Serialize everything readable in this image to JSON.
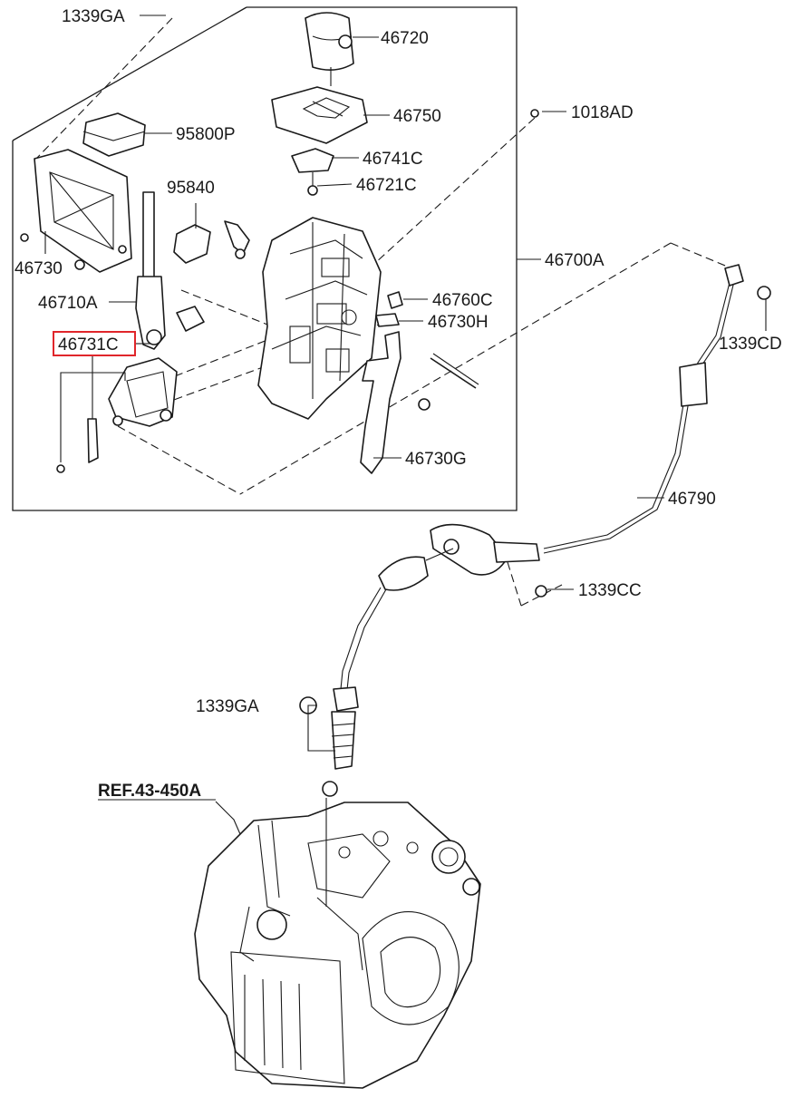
{
  "diagram": {
    "highlight_color": "#e0262b",
    "ref_label": "REF.43-450A",
    "highlighted_part": "46731C",
    "labels": {
      "p1339GA_top": "1339GA",
      "p46720": "46720",
      "p46750": "46750",
      "p1018AD": "1018AD",
      "p95800P": "95800P",
      "p46741C": "46741C",
      "p95840": "95840",
      "p46721C": "46721C",
      "p46730": "46730",
      "p46700A": "46700A",
      "p46710A": "46710A",
      "p46760C": "46760C",
      "p46730H": "46730H",
      "p1339CD": "1339CD",
      "p46731C": "46731C",
      "p46730G": "46730G",
      "p46790": "46790",
      "p1339CC": "1339CC",
      "p1339GA_mid": "1339GA"
    }
  }
}
